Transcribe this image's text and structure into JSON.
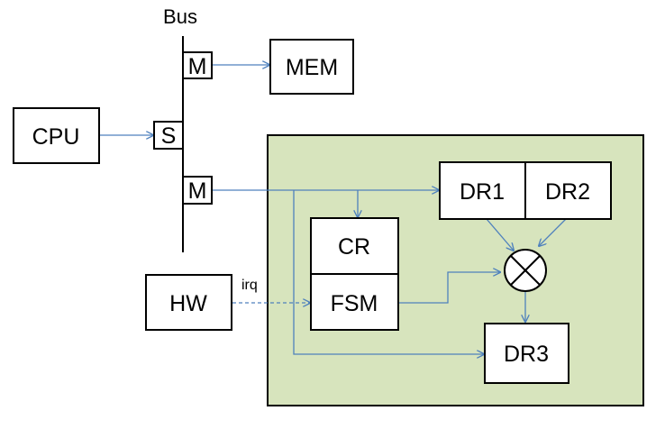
{
  "diagram": {
    "bus_label": "Bus",
    "nodes": {
      "cpu": "CPU",
      "mem": "MEM",
      "hw": "HW",
      "cr": "CR",
      "fsm": "FSM",
      "dr1": "DR1",
      "dr2": "DR2",
      "dr3": "DR3"
    },
    "ports": {
      "master_top": "M",
      "slave": "S",
      "master_bottom": "M"
    },
    "irq_label": "irq"
  },
  "colors": {
    "block_fill": "#d7e4bd",
    "connector": "#4f81bd",
    "outline": "#000000"
  }
}
